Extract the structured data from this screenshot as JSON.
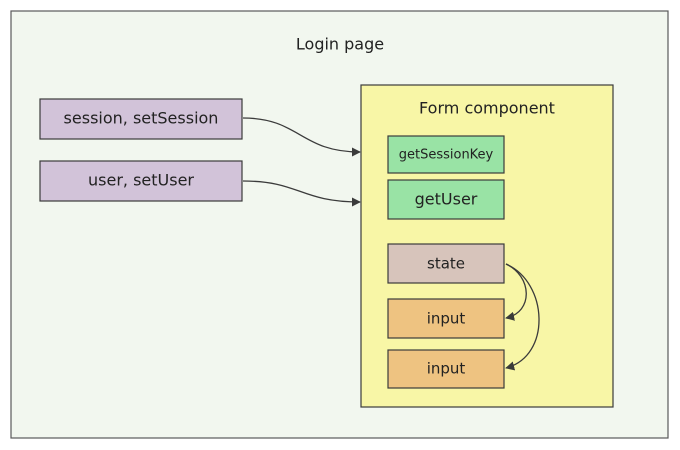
{
  "page": {
    "title": "Login page"
  },
  "inputs": {
    "session": "session, setSession",
    "user": "user, setUser"
  },
  "form": {
    "title": "Form component",
    "get_session_key": "getSessionKey",
    "get_user": "getUser",
    "state": "state",
    "input_1": "input",
    "input_2": "input"
  },
  "colors": {
    "page_bg": "#f2f7ef",
    "page_border": "#5a5a5a",
    "prop_fill": "#d2c3d9",
    "form_fill": "#f8f6a6",
    "getter_fill": "#99e3a5",
    "state_fill": "#d7c4bb",
    "input_fill": "#eec381",
    "stroke": "#3b3b3b"
  }
}
